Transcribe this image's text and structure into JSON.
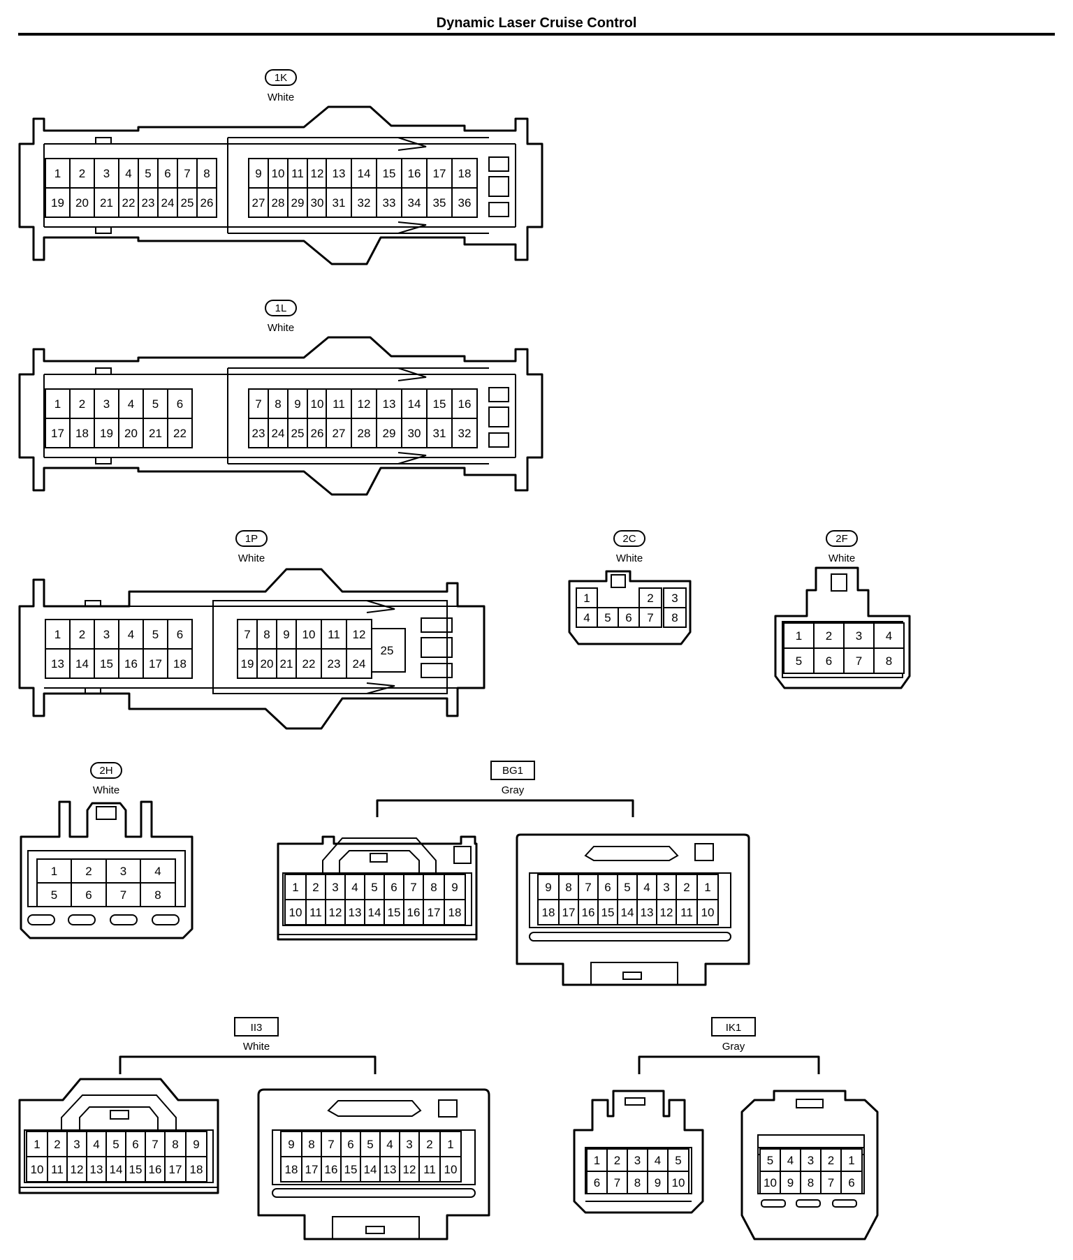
{
  "title": "Dynamic Laser Cruise Control",
  "connectors": [
    {
      "id": "1K",
      "color": "White",
      "tag": "pill",
      "pins": [
        [
          "1",
          "2",
          "3",
          "4",
          "5",
          "6",
          "7",
          "8",
          "9",
          "10",
          "11",
          "12",
          "13",
          "14",
          "15",
          "16",
          "17",
          "18"
        ],
        [
          "19",
          "20",
          "21",
          "22",
          "23",
          "24",
          "25",
          "26",
          "27",
          "28",
          "29",
          "30",
          "31",
          "32",
          "33",
          "34",
          "35",
          "36"
        ]
      ]
    },
    {
      "id": "1L",
      "color": "White",
      "tag": "pill",
      "pins": [
        [
          "1",
          "2",
          "3",
          "4",
          "5",
          "6",
          "7",
          "8",
          "9",
          "10",
          "11",
          "12",
          "13",
          "14",
          "15",
          "16"
        ],
        [
          "17",
          "18",
          "19",
          "20",
          "21",
          "22",
          "23",
          "24",
          "25",
          "26",
          "27",
          "28",
          "29",
          "30",
          "31",
          "32"
        ]
      ]
    },
    {
      "id": "1P",
      "color": "White",
      "tag": "pill",
      "pins": [
        [
          "1",
          "2",
          "3",
          "4",
          "5",
          "6",
          "7",
          "8",
          "9",
          "10",
          "11",
          "12"
        ],
        [
          "13",
          "14",
          "15",
          "16",
          "17",
          "18",
          "19",
          "20",
          "21",
          "22",
          "23",
          "24"
        ]
      ],
      "extra_pin": "25"
    },
    {
      "id": "2C",
      "color": "White",
      "tag": "pill",
      "pins": [
        [
          "1",
          "2",
          "3"
        ],
        [
          "4",
          "5",
          "6",
          "7",
          "8"
        ]
      ]
    },
    {
      "id": "2F",
      "color": "White",
      "tag": "pill",
      "pins": [
        [
          "1",
          "2",
          "3",
          "4"
        ],
        [
          "5",
          "6",
          "7",
          "8"
        ]
      ]
    },
    {
      "id": "2H",
      "color": "White",
      "tag": "pill",
      "pins": [
        [
          "1",
          "2",
          "3",
          "4"
        ],
        [
          "5",
          "6",
          "7",
          "8"
        ]
      ]
    },
    {
      "id": "BG1",
      "color": "Gray",
      "tag": "box",
      "pins_left": [
        [
          "1",
          "2",
          "3",
          "4",
          "5",
          "6",
          "7",
          "8",
          "9"
        ],
        [
          "10",
          "11",
          "12",
          "13",
          "14",
          "15",
          "16",
          "17",
          "18"
        ]
      ],
      "pins_right": [
        [
          "9",
          "8",
          "7",
          "6",
          "5",
          "4",
          "3",
          "2",
          "1"
        ],
        [
          "18",
          "17",
          "16",
          "15",
          "14",
          "13",
          "12",
          "11",
          "10"
        ]
      ]
    },
    {
      "id": "II3",
      "color": "White",
      "tag": "box",
      "pins_left": [
        [
          "1",
          "2",
          "3",
          "4",
          "5",
          "6",
          "7",
          "8",
          "9"
        ],
        [
          "10",
          "11",
          "12",
          "13",
          "14",
          "15",
          "16",
          "17",
          "18"
        ]
      ],
      "pins_right": [
        [
          "9",
          "8",
          "7",
          "6",
          "5",
          "4",
          "3",
          "2",
          "1"
        ],
        [
          "18",
          "17",
          "16",
          "15",
          "14",
          "13",
          "12",
          "11",
          "10"
        ]
      ]
    },
    {
      "id": "IK1",
      "color": "Gray",
      "tag": "box",
      "pins_left": [
        [
          "1",
          "2",
          "3",
          "4",
          "5"
        ],
        [
          "6",
          "7",
          "8",
          "9",
          "10"
        ]
      ],
      "pins_right": [
        [
          "5",
          "4",
          "3",
          "2",
          "1"
        ],
        [
          "10",
          "9",
          "8",
          "7",
          "6"
        ]
      ]
    }
  ]
}
